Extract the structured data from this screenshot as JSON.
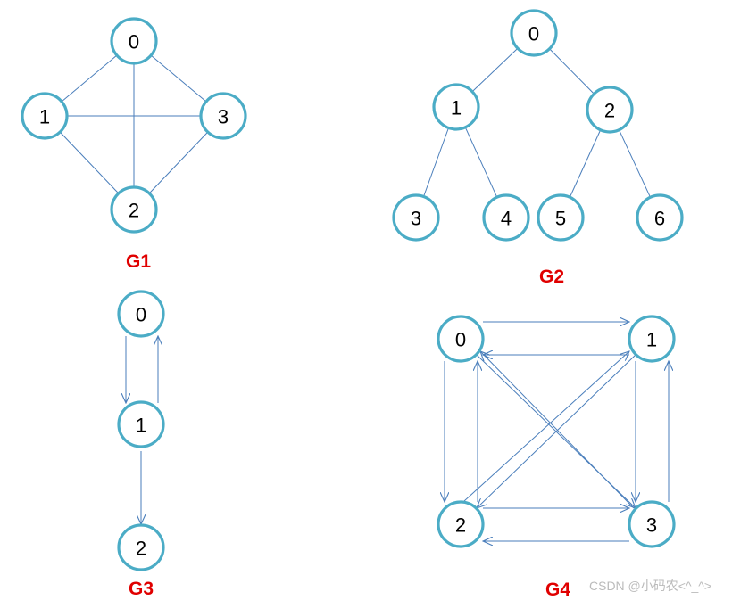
{
  "colors": {
    "node_stroke": "#4bacc6",
    "edge": "#4a7ebb",
    "caption": "#e00000",
    "watermark": "#bbbbbb"
  },
  "graphs": [
    {
      "id": "G1",
      "caption": "G1",
      "directed": false,
      "nodes": [
        "0",
        "1",
        "3",
        "2"
      ],
      "edges": [
        [
          "0",
          "1"
        ],
        [
          "0",
          "3"
        ],
        [
          "0",
          "2"
        ],
        [
          "1",
          "3"
        ],
        [
          "1",
          "2"
        ],
        [
          "3",
          "2"
        ]
      ]
    },
    {
      "id": "G2",
      "caption": "G2",
      "directed": false,
      "nodes": [
        "0",
        "1",
        "2",
        "3",
        "4",
        "5",
        "6"
      ],
      "edges": [
        [
          "0",
          "1"
        ],
        [
          "0",
          "2"
        ],
        [
          "1",
          "3"
        ],
        [
          "1",
          "4"
        ],
        [
          "2",
          "5"
        ],
        [
          "2",
          "6"
        ]
      ]
    },
    {
      "id": "G3",
      "caption": "G3",
      "directed": true,
      "nodes": [
        "0",
        "1",
        "2"
      ],
      "edges": [
        [
          "0",
          "1"
        ],
        [
          "1",
          "0"
        ],
        [
          "1",
          "2"
        ]
      ]
    },
    {
      "id": "G4",
      "caption": "G4",
      "directed": true,
      "nodes": [
        "0",
        "1",
        "2",
        "3"
      ],
      "edges": [
        [
          "0",
          "1"
        ],
        [
          "1",
          "0"
        ],
        [
          "0",
          "2"
        ],
        [
          "2",
          "0"
        ],
        [
          "0",
          "3"
        ],
        [
          "3",
          "0"
        ],
        [
          "1",
          "2"
        ],
        [
          "2",
          "1"
        ],
        [
          "1",
          "3"
        ],
        [
          "3",
          "1"
        ],
        [
          "2",
          "3"
        ],
        [
          "3",
          "2"
        ]
      ]
    }
  ],
  "watermark": "CSDN @小码农<^_^>"
}
